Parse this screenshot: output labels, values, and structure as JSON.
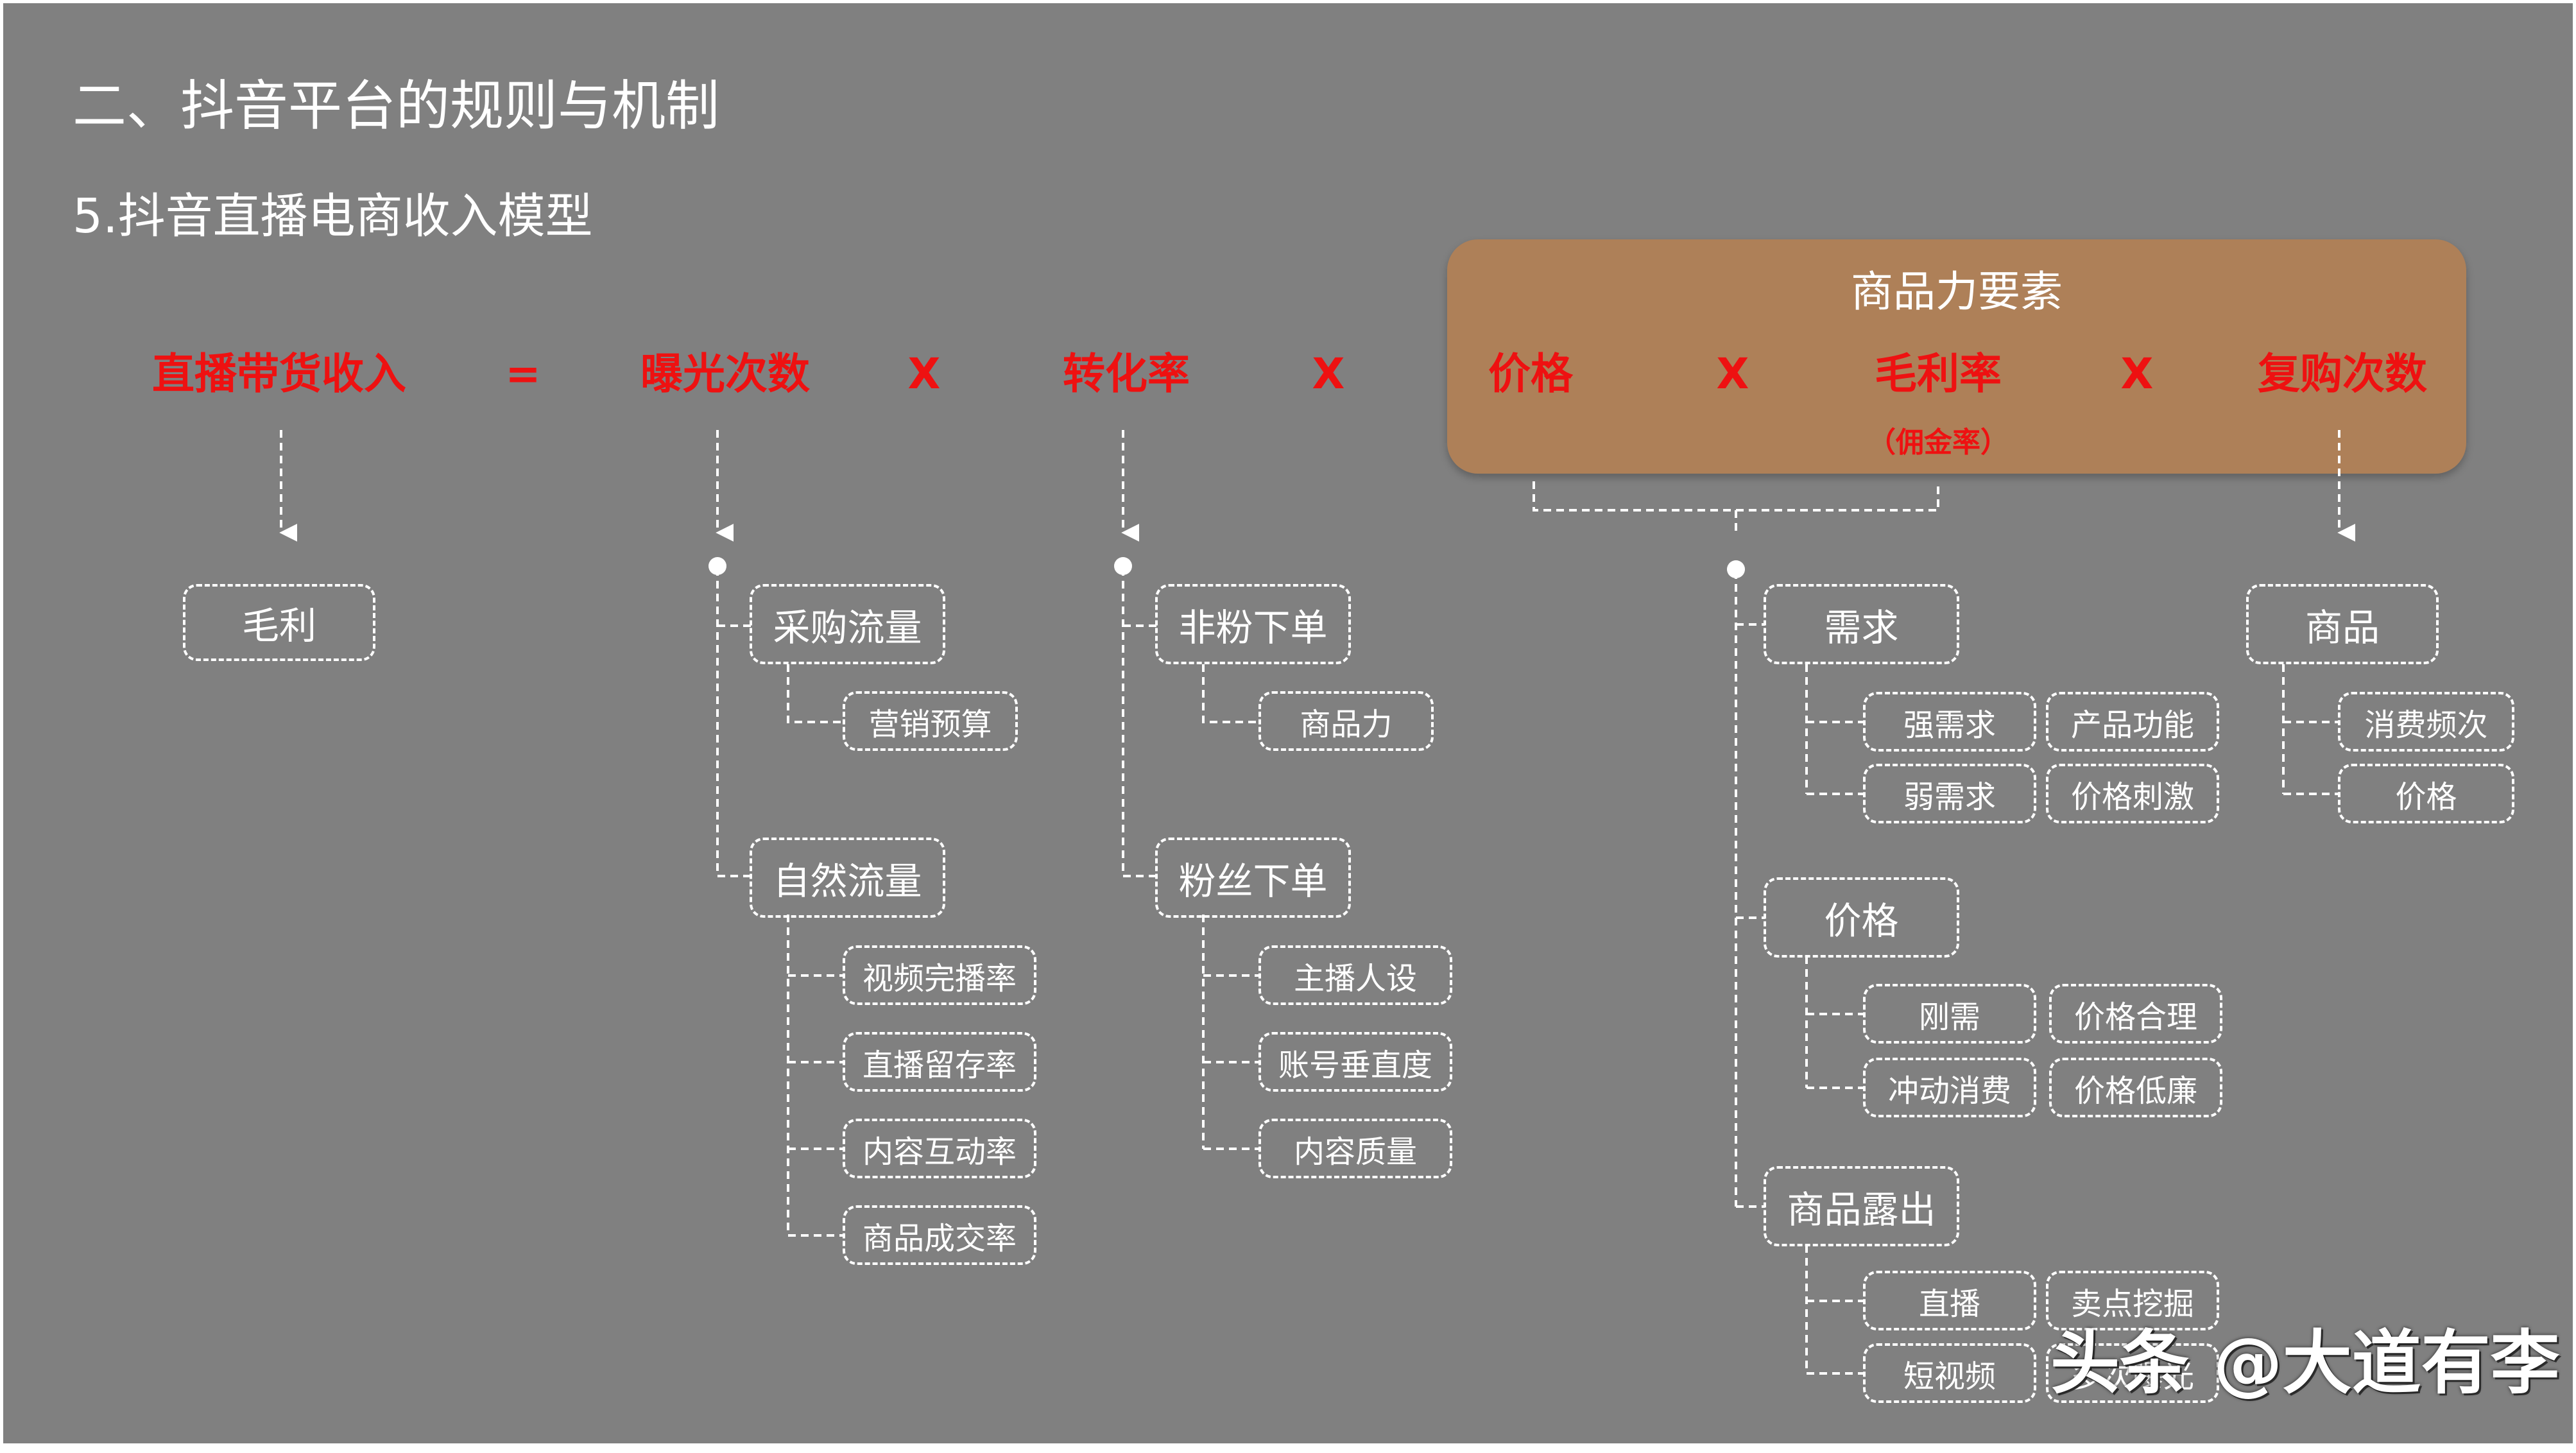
{
  "title": "二、抖音平台的规则与机制",
  "subtitle": "5.抖音直播电商收入模型",
  "group_title": "商品力要素",
  "equation": {
    "revenue": "直播带货收入",
    "equals": "=",
    "exposure": "曝光次数",
    "times1": "X",
    "conversion": "转化率",
    "times2": "X",
    "price": "价格",
    "times3": "X",
    "margin": "毛利率",
    "margin_note": "（佣金率）",
    "times4": "X",
    "repurchase": "复购次数"
  },
  "trees": {
    "profit": "毛利",
    "traffic": {
      "purchase": "采购流量",
      "purchase_items": [
        "营销预算"
      ],
      "natural": "自然流量",
      "natural_items": [
        "视频完播率",
        "直播留存率",
        "内容互动率",
        "商品成交率"
      ]
    },
    "orders": {
      "nonfan": "非粉下单",
      "nonfan_items": [
        "商品力"
      ],
      "fan": "粉丝下单",
      "fan_items": [
        "主播人设",
        "账号垂直度",
        "内容质量"
      ]
    },
    "factors": {
      "demand": "需求",
      "demand_items": [
        "强需求",
        "产品功能",
        "弱需求",
        "价格刺激"
      ],
      "price": "价格",
      "price_items": [
        "刚需",
        "价格合理",
        "冲动消费",
        "价格低廉"
      ],
      "exposure": "商品露出",
      "exposure_items": [
        "直播",
        "卖点挖掘",
        "短视频",
        "多次曝光"
      ]
    },
    "product": {
      "root": "商品",
      "items": [
        "消费频次",
        "价格"
      ]
    }
  },
  "watermark": "头条 @大道有李",
  "colors": {
    "background": "#808080",
    "panel": "#ae8058",
    "accent_red": "#ee1111",
    "line": "#ffffff"
  }
}
